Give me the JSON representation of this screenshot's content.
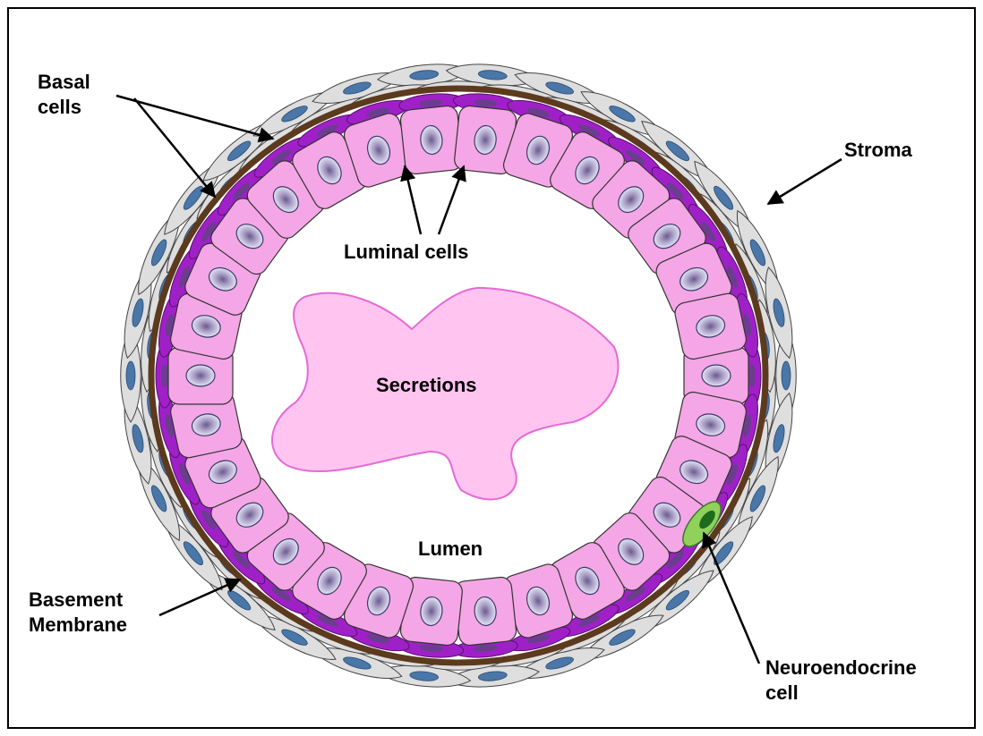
{
  "labels": {
    "basal": [
      "Basal",
      "cells"
    ],
    "stroma": "Stroma",
    "luminal": "Luminal cells",
    "secretions": "Secretions",
    "lumen": "Lumen",
    "basement": [
      "Basement",
      "Membrane"
    ],
    "neuroendocrine": [
      "Neuroendocrine",
      "cell"
    ]
  },
  "colors": {
    "stroma_cell": "#dedede",
    "stroma_nucleus": "#4a76a8",
    "basement_membrane": "#5c3a1e",
    "basal_cell": "#a020c8",
    "luminal_cell": "#f5a6e6",
    "luminal_nucleus": "#dcdcf0",
    "secretion_fill": "#ffc4f0",
    "secretion_edge": "#e56ad6",
    "neuroendocrine": "#8fd15a"
  },
  "icons": {
    "arrows": "arrow-icon"
  }
}
